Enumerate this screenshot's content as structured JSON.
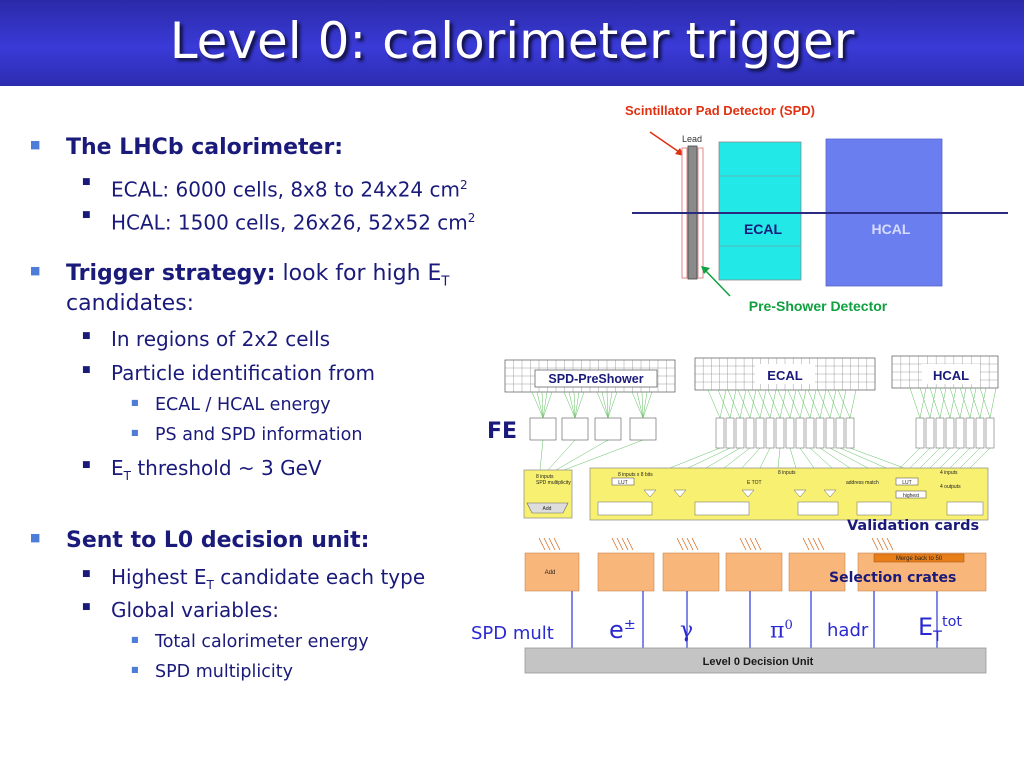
{
  "title": "Level 0: calorimeter trigger",
  "bullets": {
    "b1_head": "The LHCb calorimeter:",
    "b1_s1_text": "ECAL: 6000 cells, 8x8 to 24x24 cm",
    "b1_s1_sup": "2",
    "b1_s2_text": "HCAL: 1500 cells, 26x26, 52x52 cm",
    "b1_s2_sup": "2",
    "b2_head": "Trigger strategy:",
    "b2_text": " look for high E",
    "b2_sub": "T",
    "b2_text2": "candidates:",
    "b2_s1": "In regions of 2x2 cells",
    "b2_s2": "Particle identification from",
    "b2_s2_a": "ECAL / HCAL energy",
    "b2_s2_b": "PS and SPD information",
    "b2_s3_pre": "E",
    "b2_s3_sub": "T",
    "b2_s3_post": " threshold ~ 3 GeV",
    "b3_head": "Sent to L0 decision unit:",
    "b3_s1_pre": "Highest E",
    "b3_s1_sub": "T",
    "b3_s1_post": " candidate each type",
    "b3_s2": "Global variables:",
    "b3_s2_a": "Total calorimeter energy",
    "b3_s2_b": "SPD multiplicity"
  },
  "detector": {
    "spd_label": "Scintillator Pad Detector (SPD)",
    "lead_label": "Lead",
    "ecal_label": "ECAL",
    "hcal_label": "HCAL",
    "ps_label": "Pre-Shower Detector"
  },
  "trigger": {
    "fe_label": "FE",
    "spd_ps_label": "SPD-PreShower",
    "ecal_label": "ECAL",
    "hcal_label": "HCAL",
    "validation_label": "Validation cards",
    "selection_label": "Selection crates",
    "decision_label": "Level 0 Decision Unit",
    "inputs_8_ecal": "8 inputs x 8 bits",
    "inputs_8_spd": "8 inputs",
    "spd_mult_small": "SPD multiplicity",
    "lut": "LUT",
    "e_tot": "E TOT",
    "inputs_8": "8 inputs",
    "address_match": "address match",
    "highest": "highest",
    "inputs_4": "4 inputs",
    "outputs_4": "4 outputs",
    "add_small": "Add",
    "add_crate": "Add",
    "merge": "Merge back to 50",
    "out_spd_mult": "SPD mult",
    "out_e": "e",
    "out_e_sup": "±",
    "out_gamma": "γ",
    "out_pi": "π",
    "out_pi_sup": "0",
    "out_hadr": "hadr",
    "out_et": "E",
    "out_et_sub": "T",
    "out_et_sup": "tot"
  },
  "colors": {
    "title_blue": "#2f2fc0",
    "text_navy": "#1a1a7a",
    "bullet_blue": "#4d7dd8",
    "spd_red": "#e03010",
    "ps_green": "#10a040",
    "ecal_cyan": "#22e8e8",
    "hcal_blue": "#6a7ef0",
    "card_yellow": "#f8f070",
    "crate_orange": "#f8b67a",
    "decision_grey": "#c4c4c4"
  }
}
